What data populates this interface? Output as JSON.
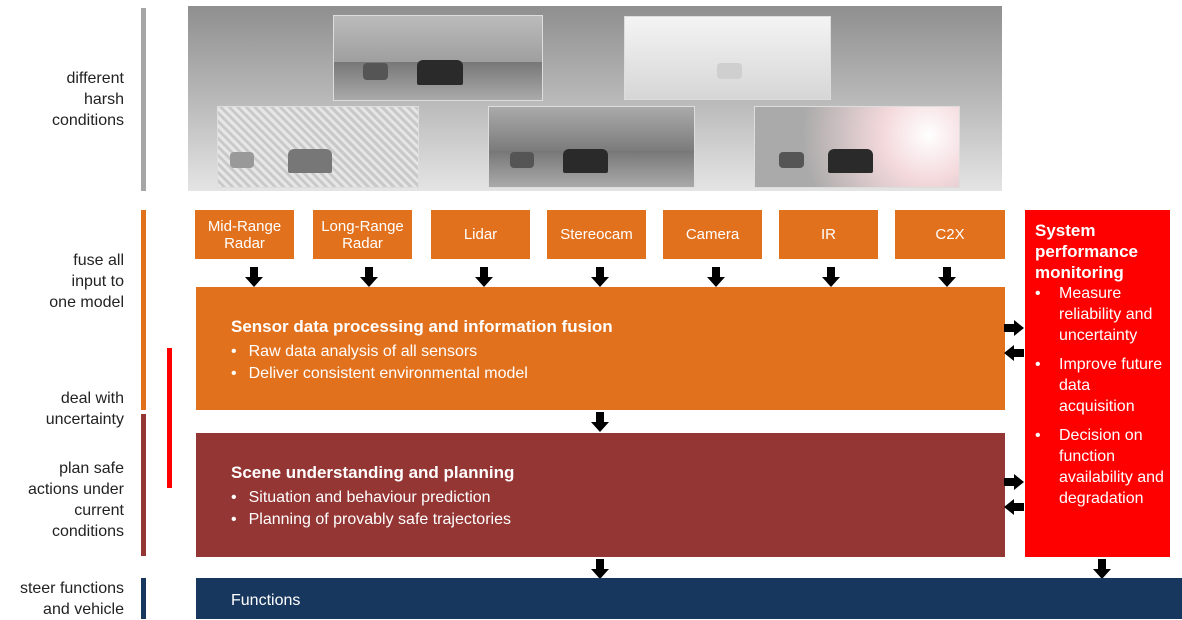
{
  "labels": {
    "conditions": "different\nharsh\nconditions",
    "fuse": "fuse all\ninput to\none model",
    "uncertainty": "deal with\nuncertainty",
    "plan": "plan safe\nactions under\ncurrent\nconditions",
    "steer": "steer functions\nand vehicle"
  },
  "sensors": [
    "Mid-Range\nRadar",
    "Long-Range\nRadar",
    "Lidar",
    "Stereocam",
    "Camera",
    "IR",
    "C2X"
  ],
  "fusion": {
    "title": "Sensor data processing and information fusion",
    "bullets": [
      "Raw data analysis of all sensors",
      "Deliver consistent environmental model"
    ]
  },
  "scene": {
    "title": "Scene understanding and planning",
    "bullets": [
      "Situation and behaviour prediction",
      "Planning of provably safe trajectories"
    ]
  },
  "functions": {
    "label": "Functions"
  },
  "monitoring": {
    "title": "System performance monitoring",
    "bullets": [
      "Measure reliability and uncertainty",
      "Improve future data acquisition",
      "Decision on function availability and degradation"
    ]
  },
  "colors": {
    "orange": "#e2711d",
    "maroon": "#943634",
    "navy": "#17375e",
    "red": "#ff0000",
    "gray": "#a6a6a6"
  }
}
